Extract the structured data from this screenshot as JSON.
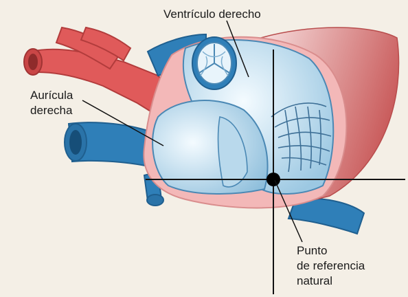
{
  "labels": {
    "right_ventricle": "Ventrículo derecho",
    "right_atrium_line1": "Aurícula",
    "right_atrium_line2": "derecha",
    "reference_line1": "Punto",
    "reference_line2": "de referencia",
    "reference_line3": "natural"
  },
  "colors": {
    "background": "#f4efe6",
    "artery_red": "#e05a5a",
    "vein_blue": "#2f7fb8",
    "chamber_light": "#cfe5f2",
    "pericardium_pink": "#f3b8b8",
    "ventricle_wall_red": "#d97b7b"
  }
}
